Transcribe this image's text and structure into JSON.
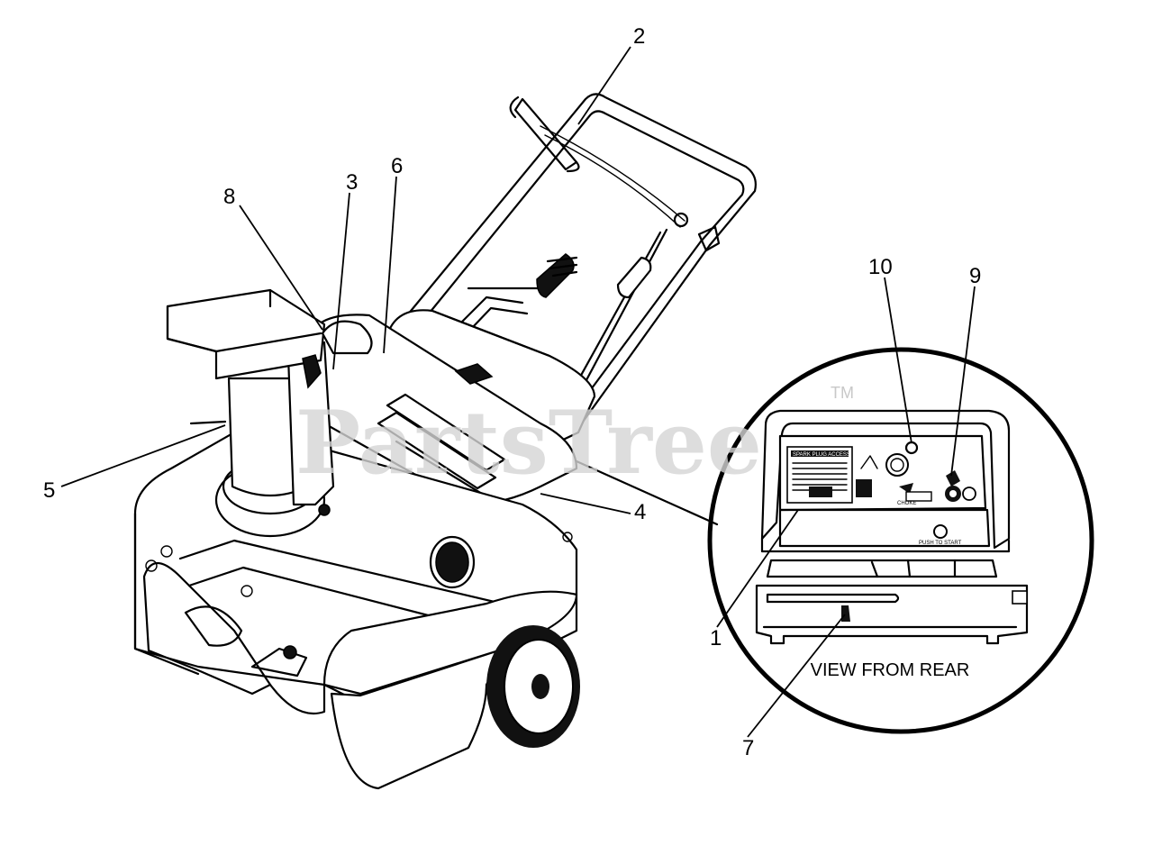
{
  "callouts": [
    "1",
    "2",
    "3",
    "4",
    "5",
    "6",
    "7",
    "8",
    "9",
    "10"
  ],
  "inset_caption": "VIEW FROM REAR",
  "watermark": {
    "text": "PartsTree",
    "trademark": "TM"
  },
  "panel_labels": {
    "spark_plug": "SPARK PLUG ACCESS",
    "push_to_start": "PUSH TO START",
    "choke": "CHOKE"
  },
  "icons": [
    "snowthrower-illustration",
    "rear-view-inset",
    "primer-bulb-icon",
    "choke-icon",
    "key-icon"
  ]
}
